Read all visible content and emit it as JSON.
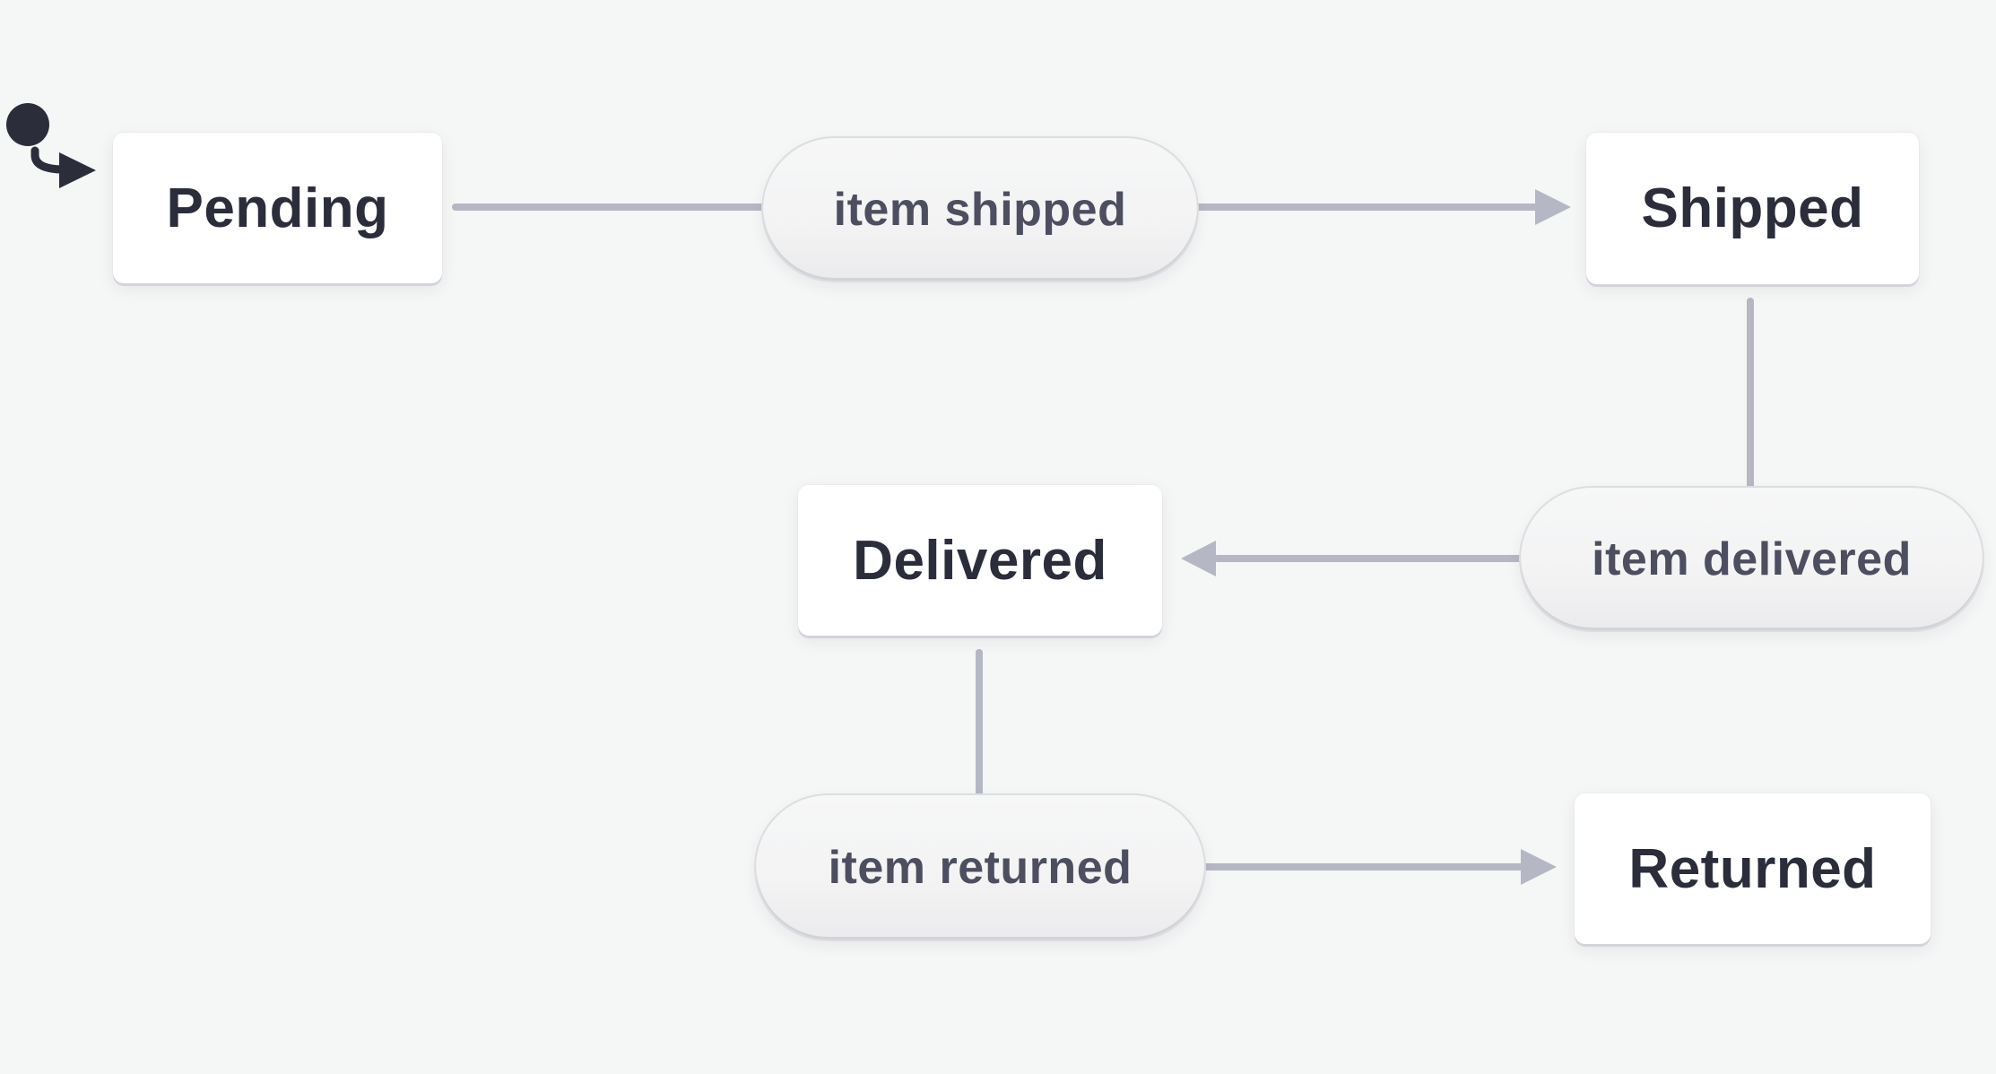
{
  "diagram": {
    "type": "state-machine",
    "colors": {
      "background": "#f5f6f6",
      "state_fill": "#ffffff",
      "state_text": "#2b2d3b",
      "event_fill": "#f3f3f4",
      "event_border": "#dcdde1",
      "event_text": "#4d4e5f",
      "edge": "#b5b8c4",
      "initial_marker": "#2b2d3b"
    },
    "initial": {
      "target": "Pending",
      "icon": "initial-state-dot-icon"
    },
    "states": [
      {
        "id": "pending",
        "label": "Pending"
      },
      {
        "id": "shipped",
        "label": "Shipped"
      },
      {
        "id": "delivered",
        "label": "Delivered"
      },
      {
        "id": "returned",
        "label": "Returned"
      }
    ],
    "events": [
      {
        "id": "item-shipped",
        "label": "item shipped",
        "from": "Pending",
        "to": "Shipped"
      },
      {
        "id": "item-delivered",
        "label": "item delivered",
        "from": "Shipped",
        "to": "Delivered"
      },
      {
        "id": "item-returned",
        "label": "item returned",
        "from": "Delivered",
        "to": "Returned"
      }
    ]
  }
}
